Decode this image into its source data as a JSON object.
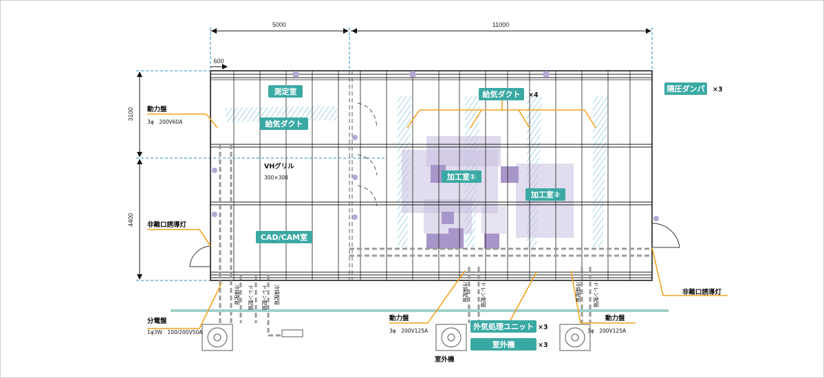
{
  "colors": {
    "accent": "#3aa9a4",
    "leader": "#f2a21b",
    "dim": "#1e88c8",
    "machine": "#b5a8d4",
    "wall": "#1a1a1a",
    "ductHatch": "#5ab8d8"
  },
  "dimensions": {
    "width_left": "5000",
    "width_right": "11000",
    "offset": "600",
    "height_top": "3100",
    "height_bottom": "4400"
  },
  "rooms": {
    "measure": "測定室",
    "supply_duct_left": "給気ダクト",
    "supply_duct_right": "給気ダクト",
    "supply_duct_right_count": "×4",
    "cadcam": "CAD/CAM室",
    "process1": "加工室①",
    "process2": "加工室②",
    "damper": "隔圧ダンパ",
    "damper_count": "×3",
    "outdoor_unit_tag": "室外機",
    "outdoor_unit_count": "×3",
    "oa_unit": "外気処理ユニット",
    "oa_unit_count": "×3"
  },
  "notes": {
    "power_panel_top": "動力盤",
    "power_panel_top_spec": "3φ　200V60A",
    "vh_grill": "VHグリル",
    "vh_grill_spec": "300×300",
    "exit_light_left": "非難口誘導灯",
    "exit_light_right": "非難口誘導灯",
    "dist_panel": "分電盤",
    "dist_panel_spec": "1φ3W　100/200V50A",
    "power_panel_mid": "動力盤",
    "power_panel_mid_spec": "3φ　200V125A",
    "power_panel_right": "動力盤",
    "power_panel_right_spec": "3φ　200V125A",
    "outdoor_unit_label": "室外機",
    "pipe_a": "冷媒配管",
    "pipe_b": "ドレン配管"
  }
}
